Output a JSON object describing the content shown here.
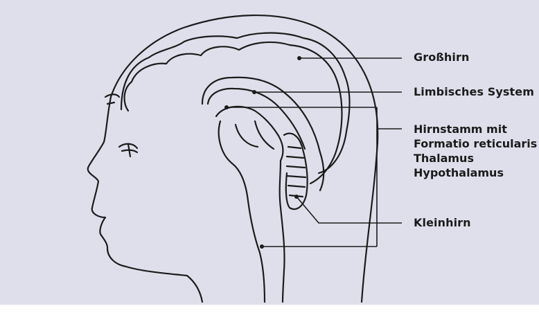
{
  "labels": {
    "grosshirn": "Großhirn",
    "limbisch": "Limbisches System",
    "hirnstamm": "Hirnstamm mit",
    "formatio": "Formatio reticularis",
    "thalamus": "Thalamus",
    "hypothalamus": "Hypothalamus",
    "kleinhirn": "Kleinhirn"
  },
  "colors": {
    "background": "#dfdfec",
    "ink": "#1b1b1b"
  }
}
